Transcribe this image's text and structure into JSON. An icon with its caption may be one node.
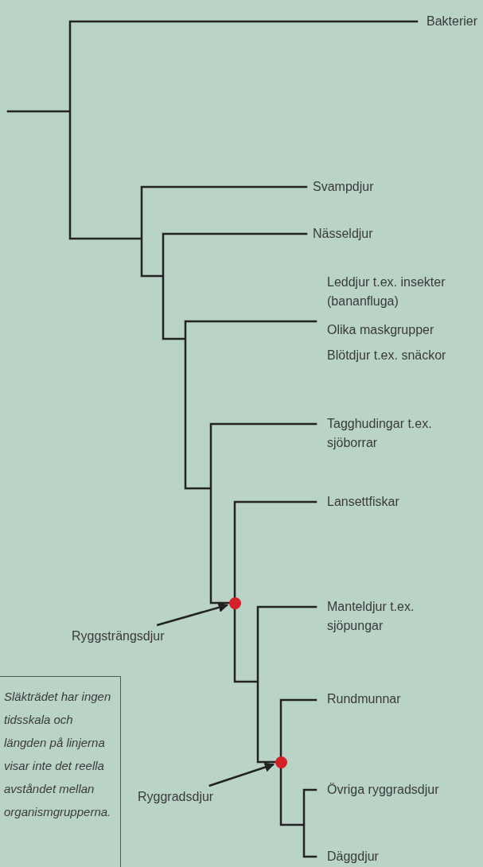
{
  "diagram": {
    "nodes": [
      {
        "text": [],
        "shape": "circle"
      },
      {
        "text": [
          "Ryggsträngsdjur"
        ]
      },
      {
        "text": [
          "Släkträdet har ingen tidsskala och längden på linjerna visar inte det reella avståndet mellan organismgrupperna."
        ]
      },
      {
        "text": [],
        "shape": "circle"
      },
      {
        "text": [
          "Ryggradsdjur"
        ]
      }
    ],
    "edges": [
      {
        "from": 1,
        "to": 0,
        "arrow": "to"
      },
      {
        "from": 4,
        "to": 3,
        "arrow": "to"
      }
    ],
    "labels": [
      "Bakterier",
      "Svampdjur",
      "Nässeldjur",
      "Leddjur t.ex. insekter (bananfluga)",
      "Olika maskgrupper",
      "Blötdjur t.ex. snäckor",
      "Tagghudingar t.ex. sjöborrar",
      "Lansettfiskar",
      "Manteldjur t.ex. sjöpungar",
      "Rundmunnar",
      "Övriga ryggradsdjur",
      "Däggdjur"
    ]
  }
}
